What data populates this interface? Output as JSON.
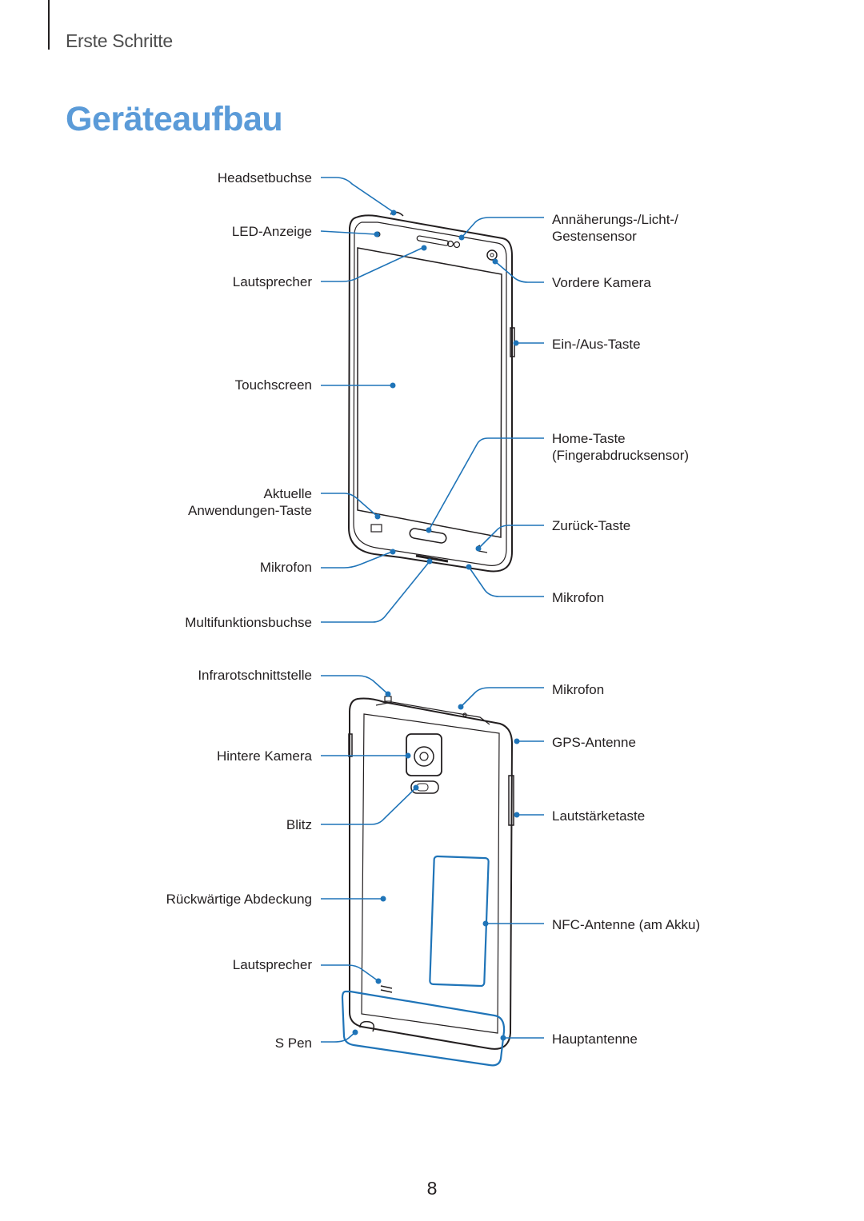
{
  "header": {
    "section": "Erste Schritte",
    "title": "Geräteaufbau"
  },
  "front": {
    "left": {
      "headset": "Headsetbuchse",
      "led": "LED-Anzeige",
      "speaker": "Lautsprecher",
      "touchscreen": "Touchscreen",
      "recent_line1": "Aktuelle",
      "recent_line2": "Anwendungen-Taste",
      "mic": "Mikrofon",
      "multi": "Multifunktionsbuchse"
    },
    "right": {
      "sensor_line1": "Annäherungs-/Licht-/",
      "sensor_line2": "Gestensensor",
      "front_cam": "Vordere Kamera",
      "power": "Ein-/Aus-Taste",
      "home_line1": "Home-Taste",
      "home_line2": "(Fingerabdrucksensor)",
      "back_key": "Zurück-Taste",
      "mic": "Mikrofon"
    }
  },
  "back": {
    "left": {
      "ir": "Infrarotschnittstelle",
      "rear_cam": "Hintere Kamera",
      "flash": "Blitz",
      "cover": "Rückwärtige Abdeckung",
      "speaker": "Lautsprecher",
      "spen": "S Pen"
    },
    "right": {
      "mic": "Mikrofon",
      "gps": "GPS-Antenne",
      "volume": "Lautstärketaste",
      "nfc": "NFC-Antenne (am Akku)",
      "main_antenna": "Hauptantenne"
    }
  },
  "colors": {
    "accent": "#5b9bd8",
    "callout": "#1f74b8",
    "text": "#231f20"
  },
  "page_number": "8"
}
